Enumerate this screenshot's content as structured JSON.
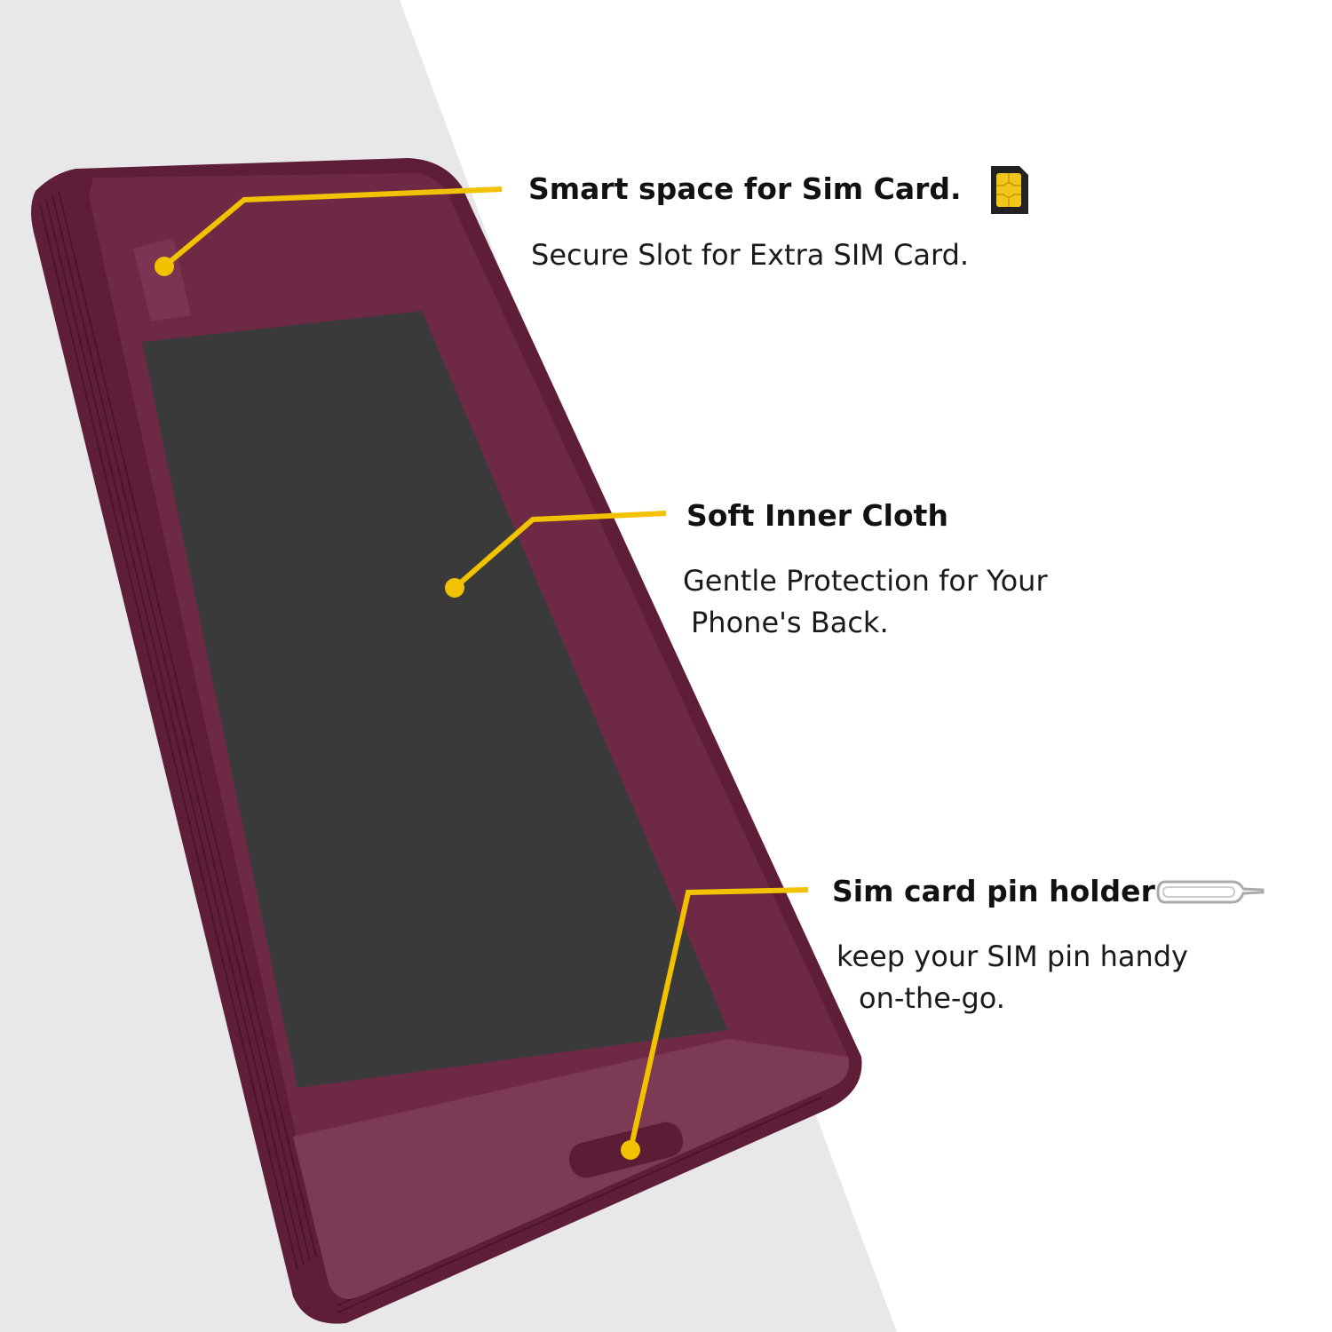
{
  "colors": {
    "accent": "#f2c200",
    "case": "#6b2440",
    "cloth": "#3a3a3a",
    "background_gray": "#e8e8e8"
  },
  "callouts": [
    {
      "title": "Smart space for Sim Card.",
      "subtitle": "Secure Slot for Extra SIM Card.",
      "icon": "sim-card-icon"
    },
    {
      "title": "Soft Inner Cloth",
      "subtitle_line1": "Gentle Protection for Your",
      "subtitle_line2": "Phone's Back."
    },
    {
      "title": "Sim card pin holder",
      "subtitle_line1": "keep your SIM pin handy",
      "subtitle_line2": "on-the-go.",
      "icon": "sim-ejector-pin-icon"
    }
  ]
}
